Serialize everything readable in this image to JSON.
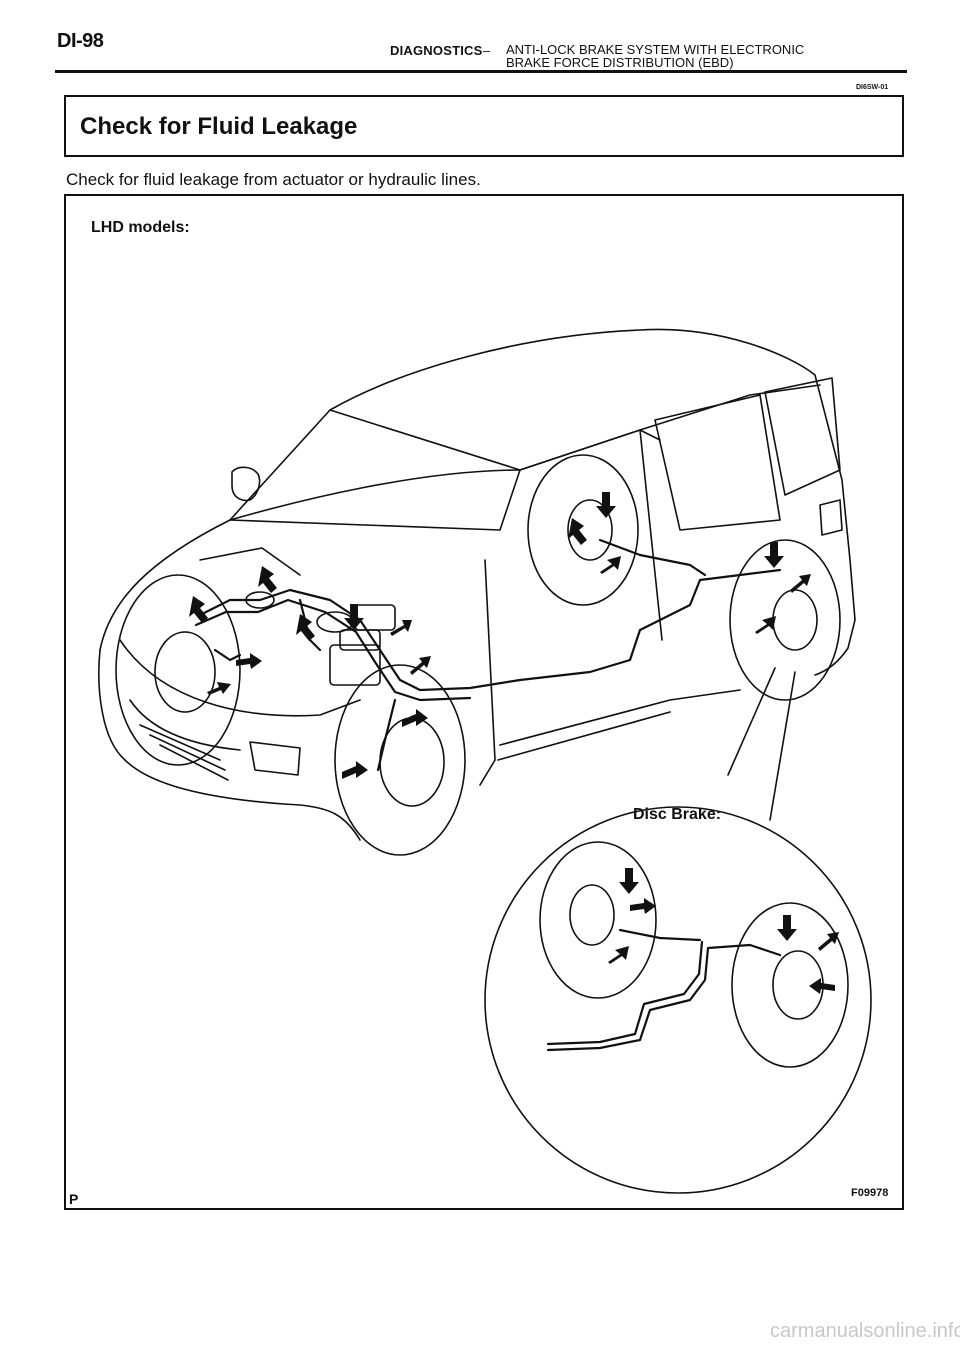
{
  "header": {
    "page_number": "DI-98",
    "section": "DIAGNOSTICS",
    "dash": "–",
    "title_line1": "ANTI-LOCK BRAKE SYSTEM WITH ELECTRONIC",
    "title_line2": "BRAKE FORCE DISTRIBUTION (EBD)",
    "doc_code": "DI6SW-01"
  },
  "title": "Check for Fluid Leakage",
  "instruction": "Check for fluid leakage from actuator or hydraulic lines.",
  "figure": {
    "label": "LHD models:",
    "detail_label": "Disc Brake:",
    "figure_code": "F09978",
    "corner_letter": "P"
  },
  "footer": {
    "watermark": "carmanualsonline.info"
  }
}
